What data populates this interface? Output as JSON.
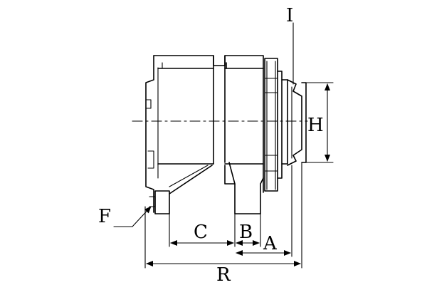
{
  "labels": {
    "I": "I",
    "H": "H",
    "F": "F",
    "C": "C",
    "B": "B",
    "A": "A",
    "R": "R"
  }
}
